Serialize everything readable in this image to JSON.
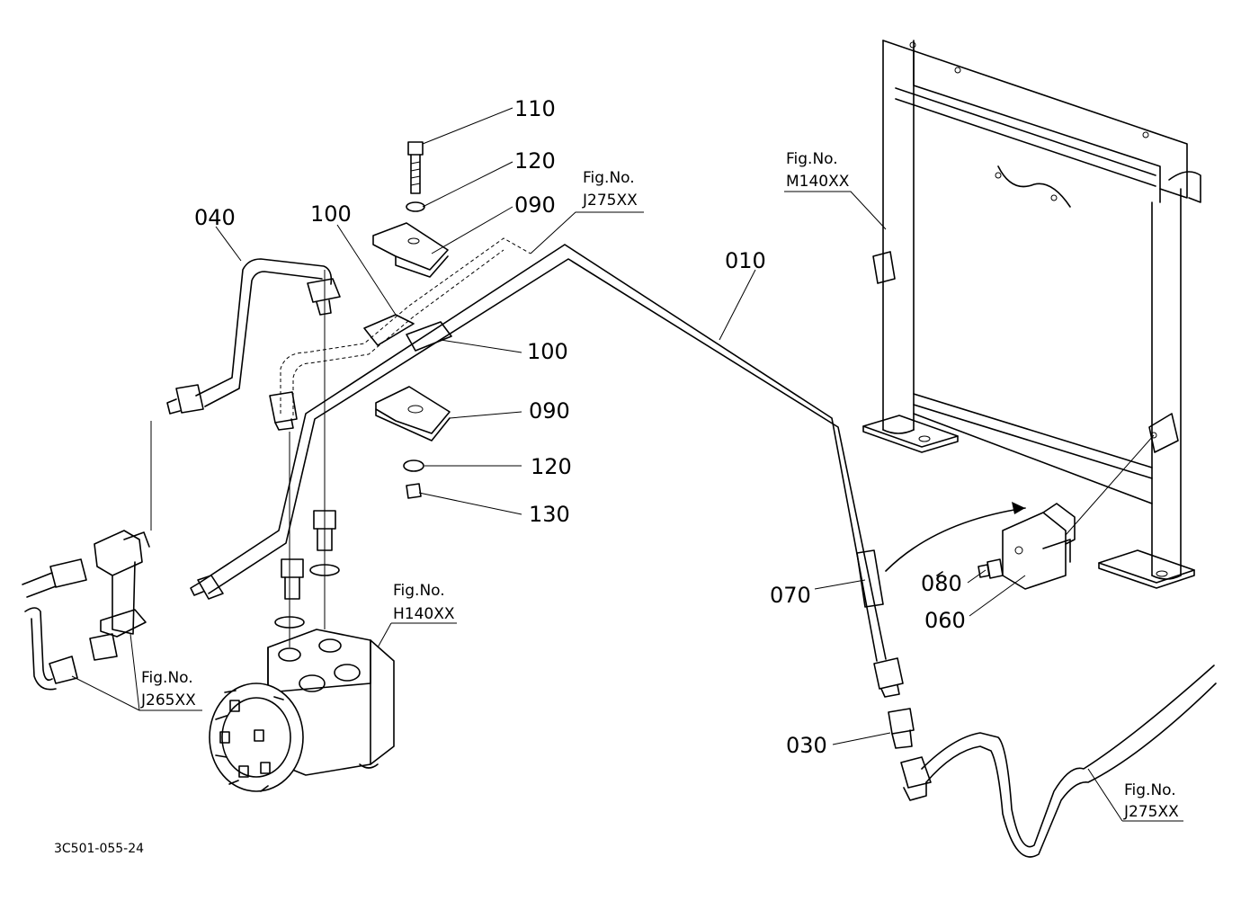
{
  "part_labels": {
    "p110": "110",
    "p120_top": "120",
    "p090_top": "090",
    "p040": "040",
    "p100_top": "100",
    "p010": "010",
    "p100_mid": "100",
    "p090_mid": "090",
    "p120_low": "120",
    "p130": "130",
    "p070": "070",
    "p080": "080",
    "p060": "060",
    "p030": "030"
  },
  "fig_refs": {
    "j275_top": {
      "line1": "Fig.No.",
      "line2": "J275XX"
    },
    "m140": {
      "line1": "Fig.No.",
      "line2": "M140XX"
    },
    "h140": {
      "line1": "Fig.No.",
      "line2": "H140XX"
    },
    "j265": {
      "line1": "Fig.No.",
      "line2": "J265XX"
    },
    "j275_bottom": {
      "line1": "Fig.No.",
      "line2": "J275XX"
    }
  },
  "drawing_code": "3C501-055-24"
}
